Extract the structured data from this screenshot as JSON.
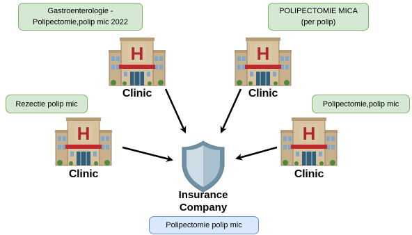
{
  "labels": {
    "top_left_line1": "Gastroenterologie -",
    "top_left_line2": "Polipectomie,polip mic 2022",
    "top_right_line1": "POLIPECTOMIE MICA",
    "top_right_line2": "(per polip)",
    "mid_left": "Rezectie polip mic",
    "mid_right": "Polipectomie,polip mic",
    "bottom": "Polipectomie polip mic"
  },
  "clinics": [
    {
      "caption": "Clinic",
      "sign": "H"
    },
    {
      "caption": "Clinic",
      "sign": "H"
    },
    {
      "caption": "Clinic",
      "sign": "H"
    },
    {
      "caption": "Clinic",
      "sign": "H"
    }
  ],
  "insurance": {
    "line1": "Insurance",
    "line2": "Company"
  },
  "colors": {
    "green_fill": "#d5e8d4",
    "green_stroke": "#82b366",
    "blue_fill": "#dae8fc",
    "blue_stroke": "#6c8ebf"
  }
}
